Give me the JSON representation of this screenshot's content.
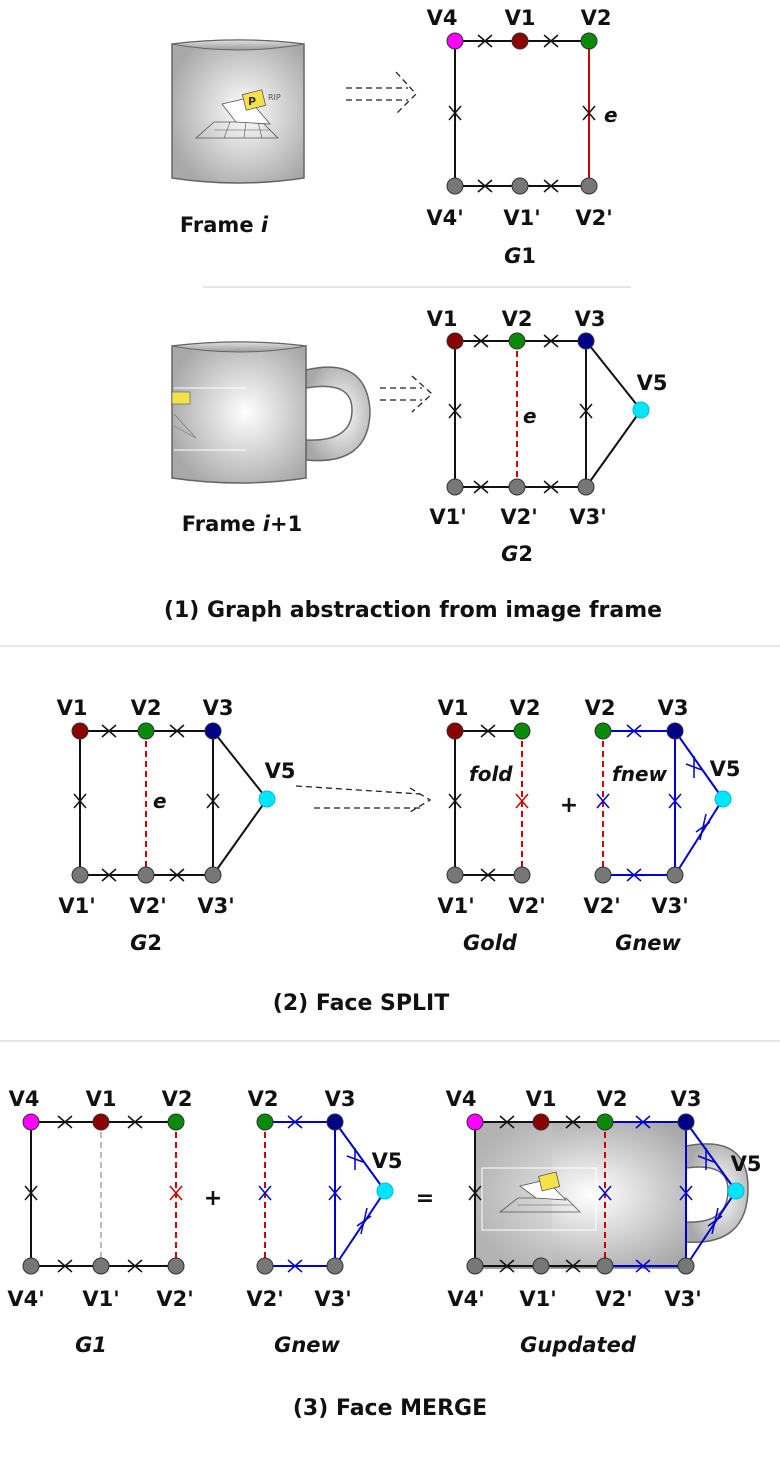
{
  "labels": {
    "v1": "V1",
    "v2": "V2",
    "v3": "V3",
    "v4": "V4",
    "v5": "V5",
    "v1p": "V1'",
    "v2p": "V2'",
    "v3p": "V3'",
    "v4p": "V4'",
    "e": "e",
    "f_old": "fold",
    "f_new": "fnew",
    "plus": "+",
    "equals": "="
  },
  "section1": {
    "frame_i_prefix": "Frame ",
    "frame_i_var": "i",
    "frame_i1_prefix": "Frame ",
    "frame_i1_var": "i",
    "frame_i1_suffix": "+1",
    "g1_italic": "G",
    "g1_num": "1",
    "g2_italic": "G",
    "g2_num": "2",
    "caption": "(1)  Graph abstraction from image frame"
  },
  "section2": {
    "g2_italic": "G",
    "g2_num": "2",
    "g_old": "Gold",
    "g_new": "Gnew",
    "caption": "(2)  Face SPLIT"
  },
  "section3": {
    "g1": "G1",
    "g_new": "Gnew",
    "g_updated": "Gupdated",
    "caption": "(3) Face MERGE"
  },
  "mug_logo_text": {
    "p": "P",
    "rip": "RIP"
  },
  "colors": {
    "v1": "#8b0000",
    "v2": "#0a8a0a",
    "v3": "#000088",
    "v4": "#ff00ff",
    "v5": "#00e5ff",
    "gray_node": "#777777",
    "red_edge": "#cc0000",
    "blue_edge": "#0000cc",
    "black_edge": "#111111",
    "faded_edge": "#bbbbbb"
  }
}
